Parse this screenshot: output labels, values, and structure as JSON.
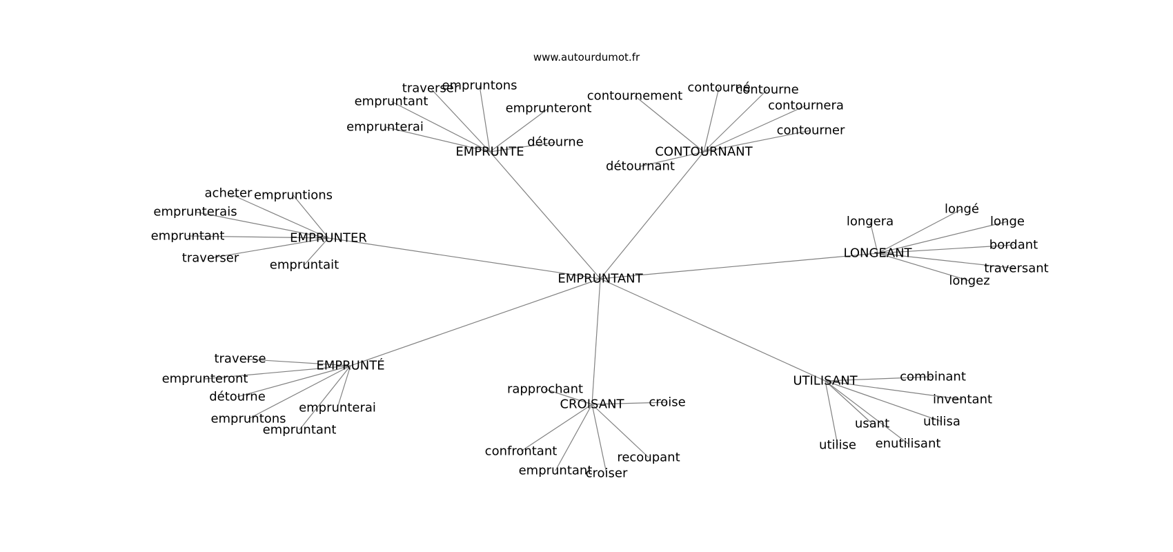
{
  "source": "www.autourdumot.fr",
  "center": "EMPRUNTANT",
  "colors": {
    "edge": "#808080",
    "text": "#000000",
    "background": "#ffffff"
  },
  "clusters": [
    {
      "id": "emprunte",
      "label": "EMPRUNTE",
      "leaves": [
        "traverser",
        "empruntons",
        "empruntant",
        "emprunteront",
        "emprunterai",
        "détourne"
      ]
    },
    {
      "id": "contournant",
      "label": "CONTOURNANT",
      "leaves": [
        "contournement",
        "contourné",
        "contourne",
        "contournera",
        "contourner",
        "détournant"
      ]
    },
    {
      "id": "emprunter",
      "label": "EMPRUNTER",
      "leaves": [
        "acheter",
        "empruntions",
        "emprunterais",
        "empruntant",
        "traverser",
        "empruntait"
      ]
    },
    {
      "id": "longeant",
      "label": "LONGEANT",
      "leaves": [
        "longera",
        "longé",
        "longe",
        "bordant",
        "traversant",
        "longez"
      ]
    },
    {
      "id": "emprunte-accent",
      "label": "EMPRUNTÉ",
      "leaves": [
        "traverse",
        "emprunteront",
        "détourne",
        "empruntons",
        "emprunterai",
        "empruntant"
      ]
    },
    {
      "id": "croisant",
      "label": "CROISANT",
      "leaves": [
        "rapprochant",
        "croise",
        "confrontant",
        "recoupant",
        "empruntant",
        "croiser"
      ]
    },
    {
      "id": "utilisant",
      "label": "UTILISANT",
      "leaves": [
        "combinant",
        "inventant",
        "utilisa",
        "usant",
        "enutilisant",
        "utilise"
      ]
    }
  ]
}
